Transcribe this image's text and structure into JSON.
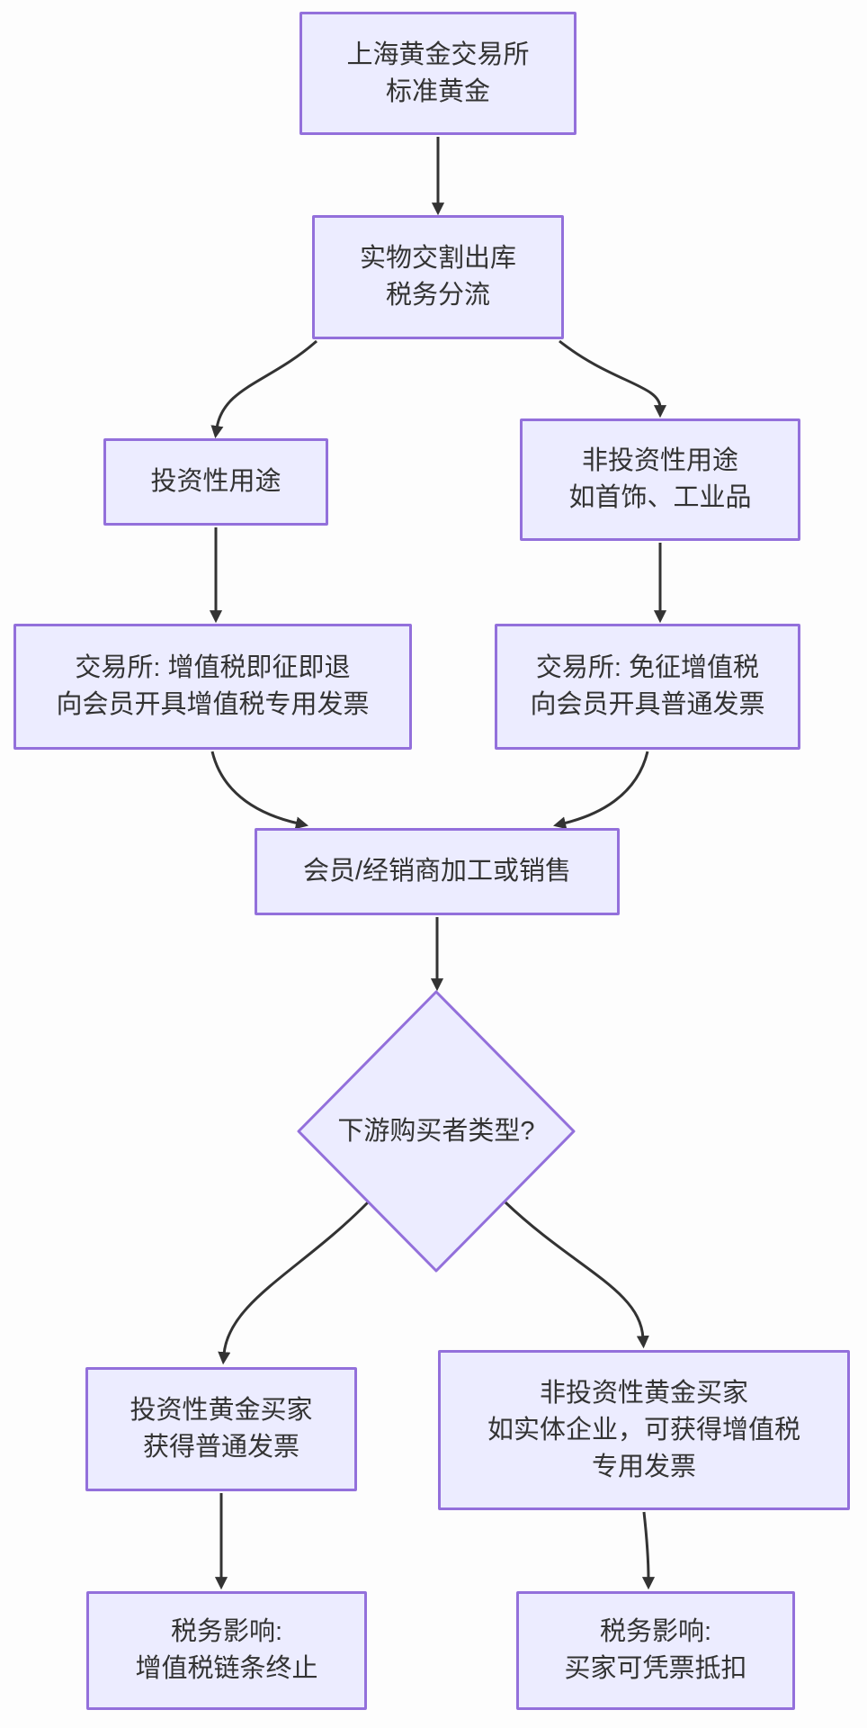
{
  "colors": {
    "background": "#FDFDFD",
    "node_fill": "#ECECFF",
    "node_border": "#9370DB",
    "arrow_color": "#333333",
    "text_color": "#333333"
  },
  "nodes": {
    "sge_gold": "上海黄金交易所\n标准黄金",
    "delivery_split": "实物交割出库\n税务分流",
    "investment_use": "投资性用途",
    "non_investment_use": "非投资性用途\n如首饰、工业品",
    "exchange_vat_refund": "交易所: 增值税即征即退\n向会员开具增值税专用发票",
    "exchange_vat_exempt": "交易所: 免征增值税\n向会员开具普通发票",
    "member_dealer": "会员/经销商加工或销售",
    "buyer_type_decision": "下游购买者类型?",
    "investment_buyer": "投资性黄金买家\n获得普通发票",
    "non_investment_buyer": "非投资性黄金买家\n如实体企业，可获得增值税\n专用发票",
    "tax_impact_chain_end": "税务影响:\n增值税链条终止",
    "tax_impact_deduct": "税务影响:\n买家可凭票抵扣"
  }
}
